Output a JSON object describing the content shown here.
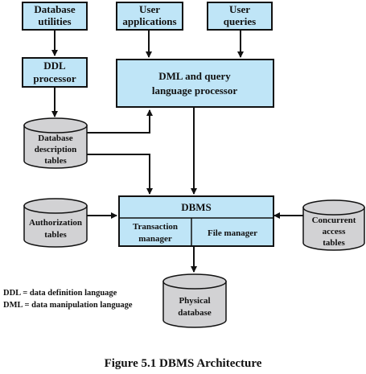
{
  "colors": {
    "box_fill": "#bfe5f7",
    "cylinder_fill": "#d2d2d4",
    "stroke": "#111111"
  },
  "boxes": {
    "database_utilities": [
      "Database",
      "utilities"
    ],
    "user_applications": [
      "User",
      "applications"
    ],
    "user_queries": [
      "User",
      "queries"
    ],
    "ddl_processor": [
      "DDL",
      "processor"
    ],
    "dml_processor": [
      "DML and query",
      "language processor"
    ],
    "dbms": "DBMS",
    "transaction_manager": [
      "Transaction",
      "manager"
    ],
    "file_manager": "File manager"
  },
  "cylinders": {
    "database_description_tables": [
      "Database",
      "description",
      "tables"
    ],
    "authorization_tables": [
      "Authorization",
      "tables"
    ],
    "concurrent_access_tables": [
      "Concurrent",
      "access",
      "tables"
    ],
    "physical_database": [
      "Physical",
      "database"
    ]
  },
  "legend": {
    "ddl": "DDL = data definition language",
    "dml": "DML = data manipulation language"
  },
  "caption": "Figure 5.1  DBMS Architecture"
}
